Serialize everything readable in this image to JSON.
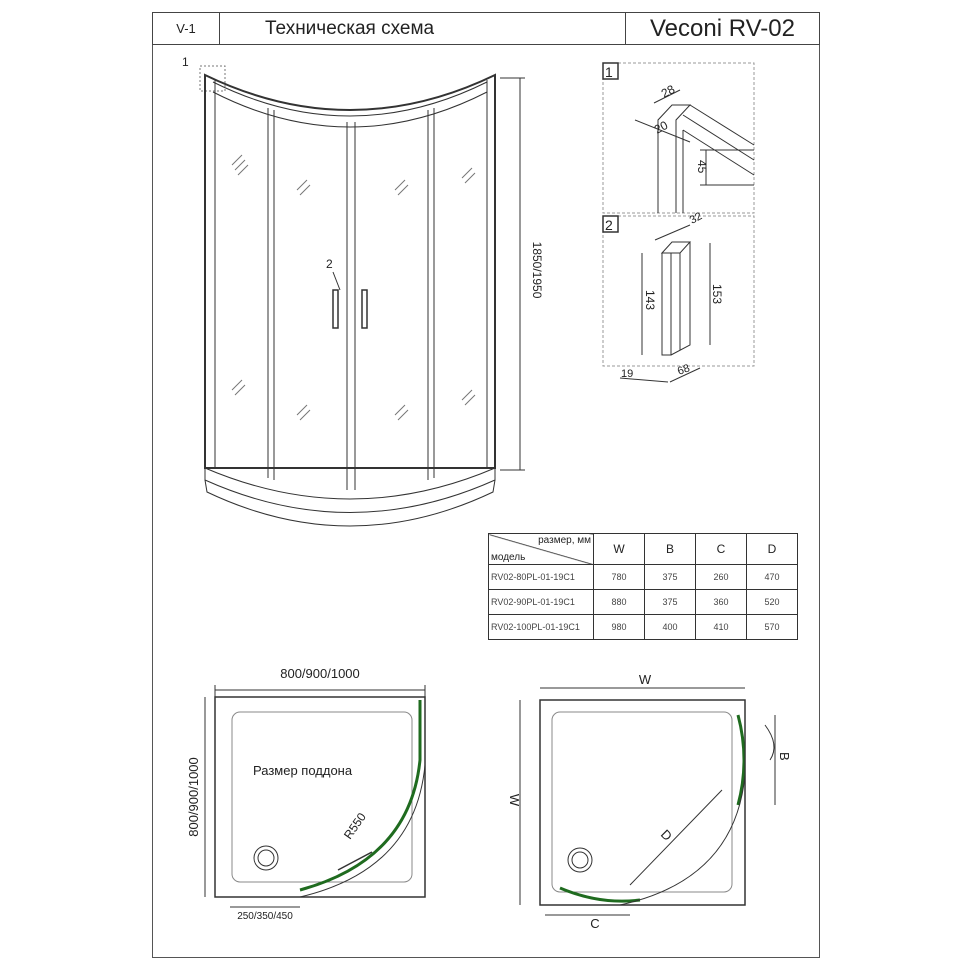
{
  "header": {
    "version": "V-1",
    "title": "Техническая схема",
    "model": "Veconi RV-02"
  },
  "elevation": {
    "callout_1": "1",
    "callout_2": "2",
    "height": "1850/1950"
  },
  "detail_1": {
    "label": "1",
    "dims": [
      "28",
      "20",
      "45"
    ]
  },
  "detail_2": {
    "label": "2",
    "dims": [
      "32",
      "143",
      "153",
      "19",
      "68"
    ]
  },
  "table": {
    "corner_top": "размер, мм",
    "corner_bottom": "модель",
    "columns": [
      "W",
      "B",
      "C",
      "D"
    ],
    "rows": [
      {
        "model": "RV02-80PL-01-19C1",
        "values": [
          "780",
          "375",
          "260",
          "470"
        ]
      },
      {
        "model": "RV02-90PL-01-19C1",
        "values": [
          "880",
          "375",
          "360",
          "520"
        ]
      },
      {
        "model": "RV02-100PL-01-19C1",
        "values": [
          "980",
          "400",
          "410",
          "570"
        ]
      }
    ]
  },
  "plan_left": {
    "width": "800/900/1000",
    "depth": "800/900/1000",
    "tray_label": "Размер поддона",
    "radius": "R550",
    "offset": "250/350/450"
  },
  "plan_right": {
    "width": "W",
    "depth": "W",
    "b": "B",
    "c": "C",
    "d": "D"
  },
  "colors": {
    "line": "#333333",
    "glass_curve": "#1f6b1f"
  }
}
